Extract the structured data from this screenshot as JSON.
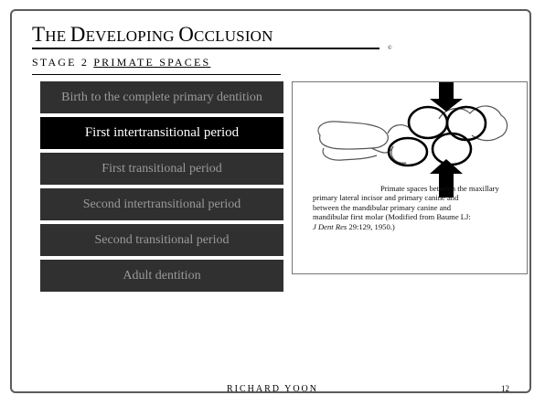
{
  "title": {
    "first_letter_1": "T",
    "rest_1": "he ",
    "first_letter_2": "D",
    "rest_2": "eveloping ",
    "first_letter_3": "O",
    "rest_3": "cclusion",
    "copyright": "©"
  },
  "subtitle": {
    "prefix": "Stage 2",
    "emphasis": "Primate Spaces"
  },
  "menu": {
    "items": [
      {
        "label": "Birth to the complete primary dentition",
        "active": false
      },
      {
        "label": "First intertransitional period",
        "active": true
      },
      {
        "label": "First transitional period",
        "active": false
      },
      {
        "label": "Second intertransitional period",
        "active": false
      },
      {
        "label": "Second transitional period",
        "active": false
      },
      {
        "label": "Adult dentition",
        "active": false
      }
    ]
  },
  "figure": {
    "caption_line1": "Primate spaces between the maxillary",
    "caption_line2": "primary lateral incisor and primary canine and",
    "caption_line3": "between the mandibular primary canine and",
    "caption_line4": "mandibular first molar (Modified from Baume LJ:",
    "caption_journal": "J Dent Res",
    "caption_ref": "29:129, 1950.)"
  },
  "footer": {
    "author": "Richard Yoon",
    "page_number": "12"
  }
}
